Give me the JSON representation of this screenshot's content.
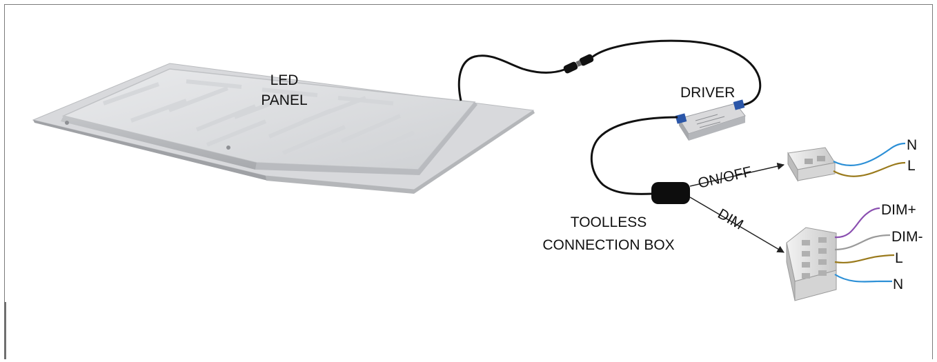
{
  "labels": {
    "led_panel": [
      "LED",
      "PANEL"
    ],
    "driver": "DRIVER",
    "toolless_box": [
      "TOOLLESS",
      "CONNECTION BOX"
    ],
    "on_off": "ON/OFF",
    "dim": "DIM",
    "on_off_terminals": [
      "N",
      "L"
    ],
    "dim_terminals": [
      "DIM+",
      "DIM-",
      "L",
      "N"
    ]
  },
  "wire_colors": {
    "neutral": "#2b8fd6",
    "live": "#9a7a1c",
    "dim_plus": "#8a4fb0",
    "dim_minus": "#9a9a9a",
    "cable": "#111111"
  }
}
